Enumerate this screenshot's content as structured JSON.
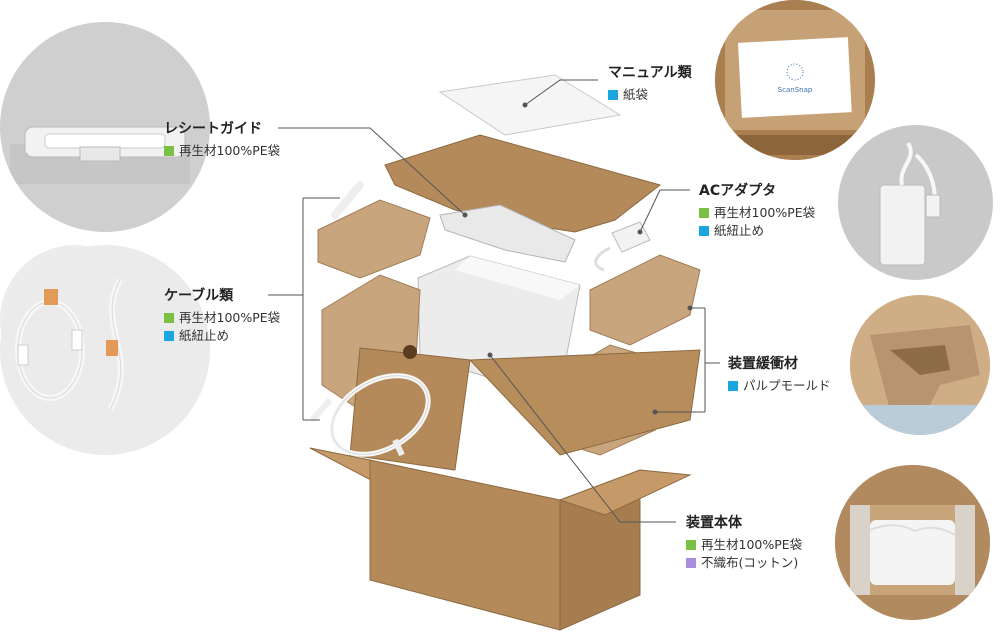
{
  "components": [
    {
      "id": "manual",
      "title": "マニュアル類",
      "materials": [
        {
          "text": "紙袋",
          "color": "#1aa7e0"
        }
      ]
    },
    {
      "id": "receipt-guide",
      "title": "レシートガイド",
      "materials": [
        {
          "text": "再生材100%PE袋",
          "color": "#7ac143"
        }
      ]
    },
    {
      "id": "ac-adapter",
      "title": "ACアダプタ",
      "materials": [
        {
          "text": "再生材100%PE袋",
          "color": "#7ac143"
        },
        {
          "text": "紙紐止め",
          "color": "#1aa7e0"
        }
      ]
    },
    {
      "id": "cables",
      "title": "ケーブル類",
      "materials": [
        {
          "text": "再生材100%PE袋",
          "color": "#7ac143"
        },
        {
          "text": "紙紐止め",
          "color": "#1aa7e0"
        }
      ]
    },
    {
      "id": "cushioning",
      "title": "装置緩衝材",
      "materials": [
        {
          "text": "パルプモールド",
          "color": "#1aa7e0"
        }
      ]
    },
    {
      "id": "device",
      "title": "装置本体",
      "materials": [
        {
          "text": "再生材100%PE袋",
          "color": "#7ac143"
        },
        {
          "text": "不織布(コットン)",
          "color": "#a98ee0"
        }
      ]
    }
  ],
  "manual_cover_text": "ScanSnap",
  "colors": {
    "cardboard": "#b48a5a",
    "pulp": "#c9a57d",
    "line": "#555555",
    "circle_bg": "#d6d6d6"
  }
}
